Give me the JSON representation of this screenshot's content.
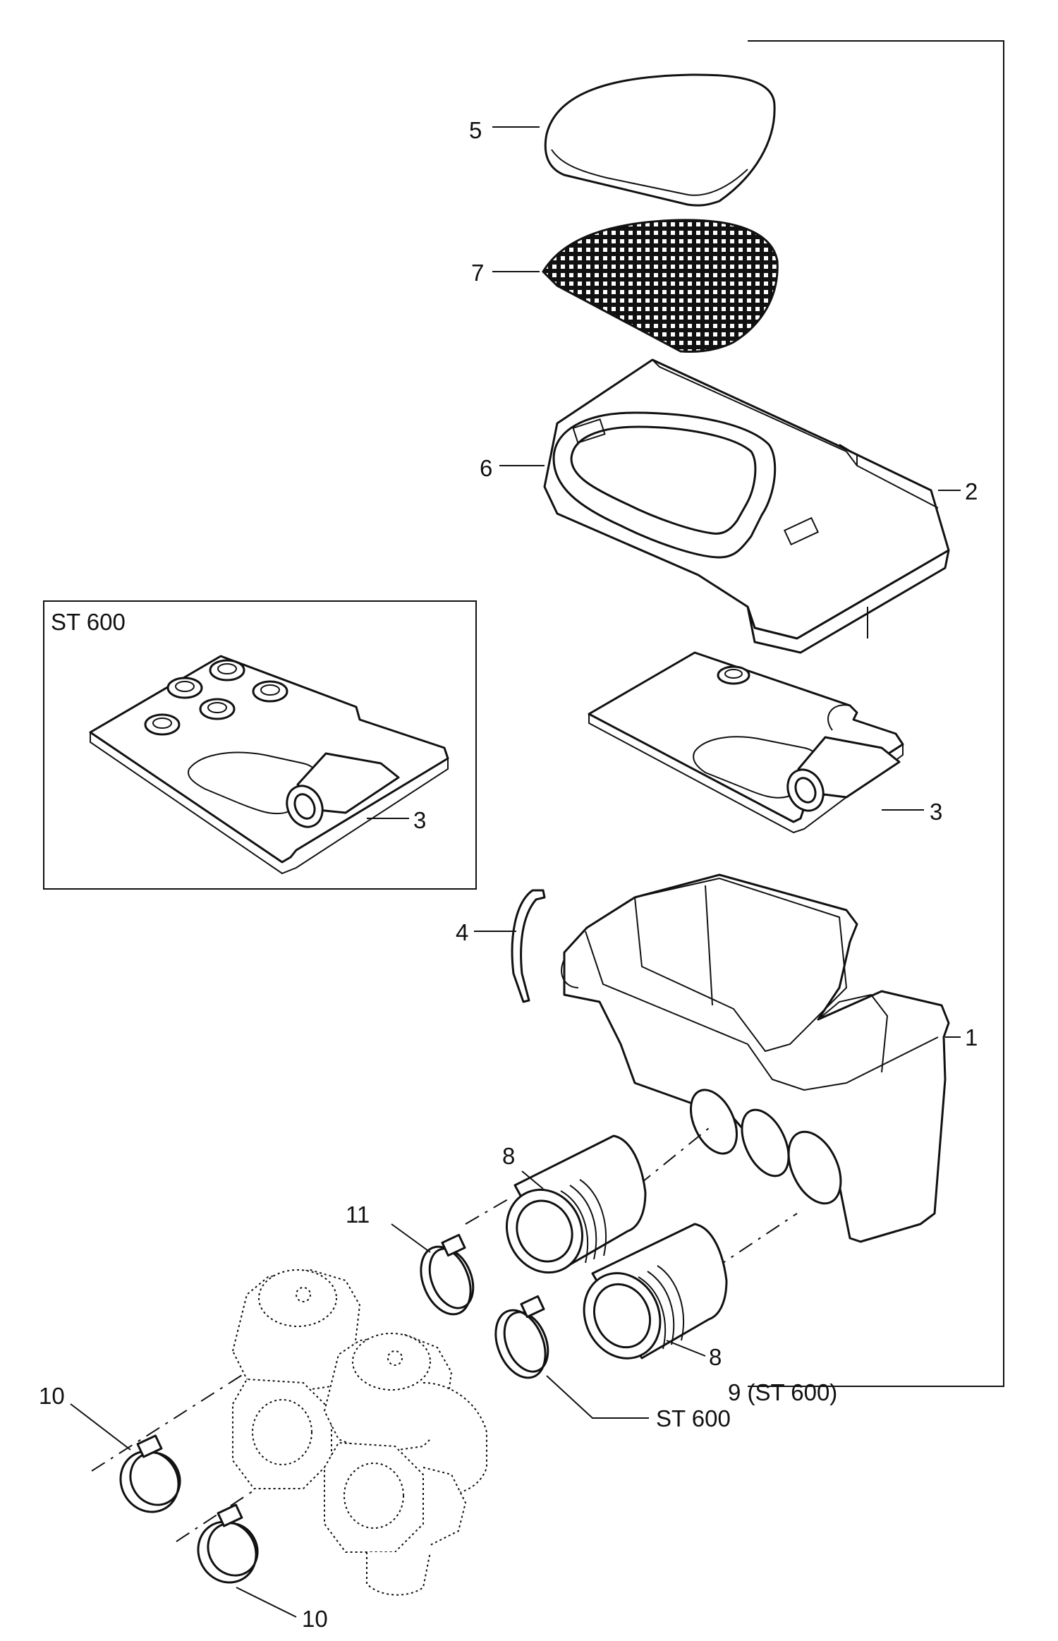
{
  "callouts": {
    "c5": "5",
    "c7": "7",
    "c6": "6",
    "c2": "2",
    "c3_inset": "3",
    "c3": "3",
    "c4": "4",
    "c1": "1",
    "c8_top": "8",
    "c11": "11",
    "c8_bottom": "8",
    "c9": "9 (ST 600)",
    "c_st600_clamp": "ST 600",
    "c10_left": "10",
    "c10_bottom": "10"
  },
  "inset": {
    "title": "ST 600"
  }
}
